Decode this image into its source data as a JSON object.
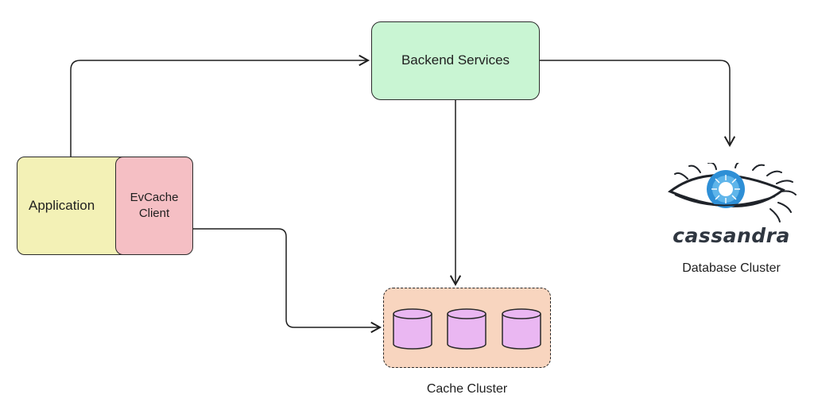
{
  "nodes": {
    "backend": "Backend Services",
    "application": "Application",
    "evcache_line1": "EvCache",
    "evcache_line2": "Client",
    "cache_caption": "Cache Cluster",
    "db_logo_word": "cassandra",
    "db_caption": "Database Cluster"
  },
  "colors": {
    "backend_fill": "#c9f5d3",
    "application_fill": "#f3f1b6",
    "evcache_fill": "#f5bfc4",
    "cache_cluster_fill": "#f8d5bf",
    "cache_node_fill": "#eab7f2",
    "cassandra_eye": "#2e8fd6"
  },
  "icons": {
    "cache_node": "database-cylinder-icon",
    "database_logo": "cassandra-eye-logo"
  }
}
